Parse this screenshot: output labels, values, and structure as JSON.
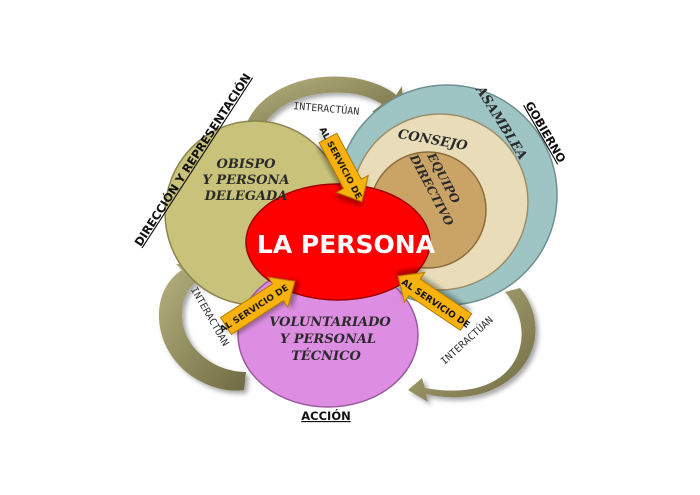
{
  "labels": {
    "side_left": "DIRECCIÓN Y REPRESENTACIÓN",
    "side_right": "GOBIERNO",
    "side_bottom": "ACCIÓN"
  },
  "circles": {
    "center": "LA PERSONA",
    "left_line1": "OBISPO",
    "left_line2": "Y PERSONA",
    "left_line3": "DELEGADA",
    "bottom_line1": "VOLUNTARIADO",
    "bottom_line2": "Y PERSONAL",
    "bottom_line3": "TÉCNICO",
    "asamblea": "ASAMBLEA",
    "consejo": "CONSEJO",
    "equipo_line1": "EQUIPO",
    "equipo_line2": "DIRECTIVO"
  },
  "arrows": {
    "top": "AL SERVICIO DE",
    "left": "AL SERVICIO DE",
    "right": "AL SERVICIO DE"
  },
  "interactions": {
    "top": "INTERACTÚAN",
    "left": "INTERACTÚAN",
    "right": "INTERACTÚAN"
  },
  "colors": {
    "center": "#ff0000",
    "left": "#c9c27a",
    "bottom": "#de8ee2",
    "asamblea": "#9fc4c4",
    "consejo": "#e8ddb8",
    "equipo": "#caa467",
    "arrow": "#f7b20e",
    "swoosh": "#8a855a"
  }
}
